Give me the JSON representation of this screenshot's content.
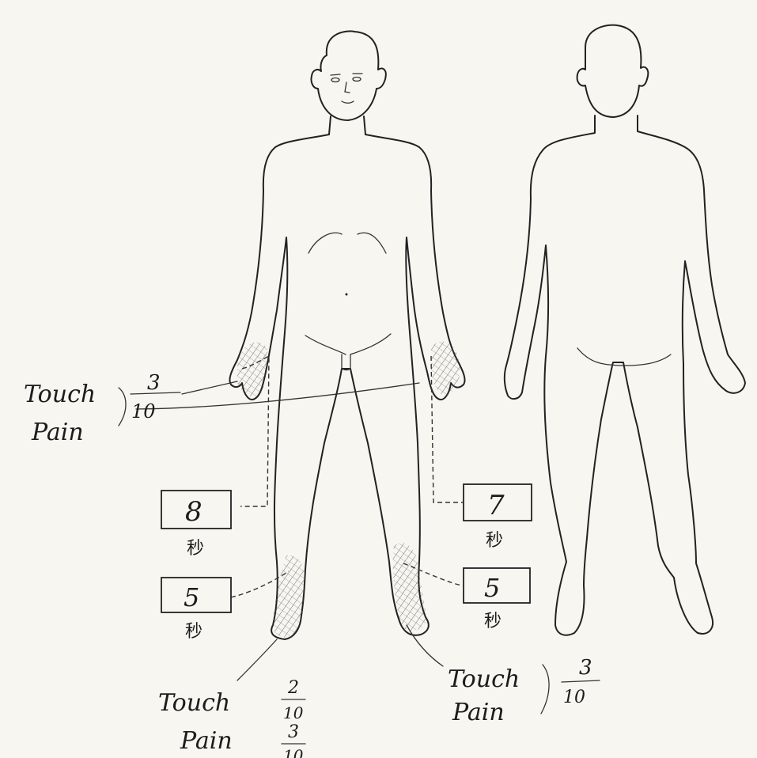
{
  "annotations": {
    "hands": {
      "touch_label": "Touch",
      "pain_label": "Pain",
      "value_numerator": "3",
      "value_denominator": "10"
    },
    "right_foot": {
      "touch_label": "Touch",
      "touch_numerator": "2",
      "touch_denominator": "10",
      "pain_label": "Pain",
      "pain_numerator": "3",
      "pain_denominator": "10"
    },
    "left_foot": {
      "touch_label": "Touch",
      "pain_label": "Pain",
      "value_numerator": "3",
      "value_denominator": "10"
    }
  },
  "boxes": {
    "right_hand": {
      "value": "8",
      "unit": "秒"
    },
    "left_hand": {
      "value": "7",
      "unit": "秒"
    },
    "right_foot": {
      "value": "5",
      "unit": "秒"
    },
    "left_foot": {
      "value": "5",
      "unit": "秒"
    }
  }
}
